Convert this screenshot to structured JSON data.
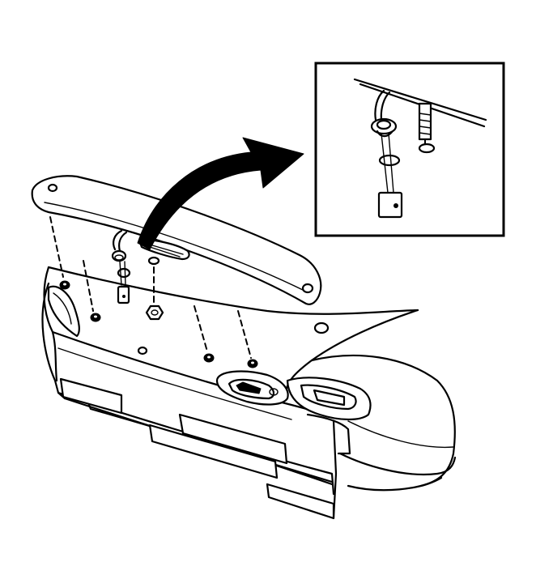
{
  "diagram": {
    "kind": "technical-line-illustration",
    "colors": {
      "ink": "#000000",
      "paper": "#ffffff"
    },
    "parts": [
      "rear-spoiler",
      "center-high-mounted-stop-lamp",
      "mounting-nuts",
      "electrical-connector",
      "deck-lid",
      "rear-fascia"
    ],
    "callout": {
      "shows": "detail-view",
      "arrow_direction": "up-right"
    }
  }
}
